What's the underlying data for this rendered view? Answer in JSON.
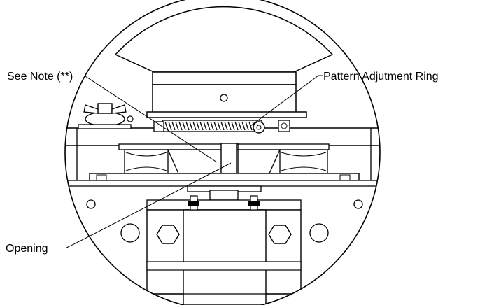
{
  "callouts": {
    "see_note": "See Note (**)",
    "pattern_ring": "Pattern Adjutment Ring",
    "opening": "Opening"
  },
  "colors": {
    "line": "#000000",
    "fill": "#ffffff",
    "shade": "#d9d9d9"
  }
}
